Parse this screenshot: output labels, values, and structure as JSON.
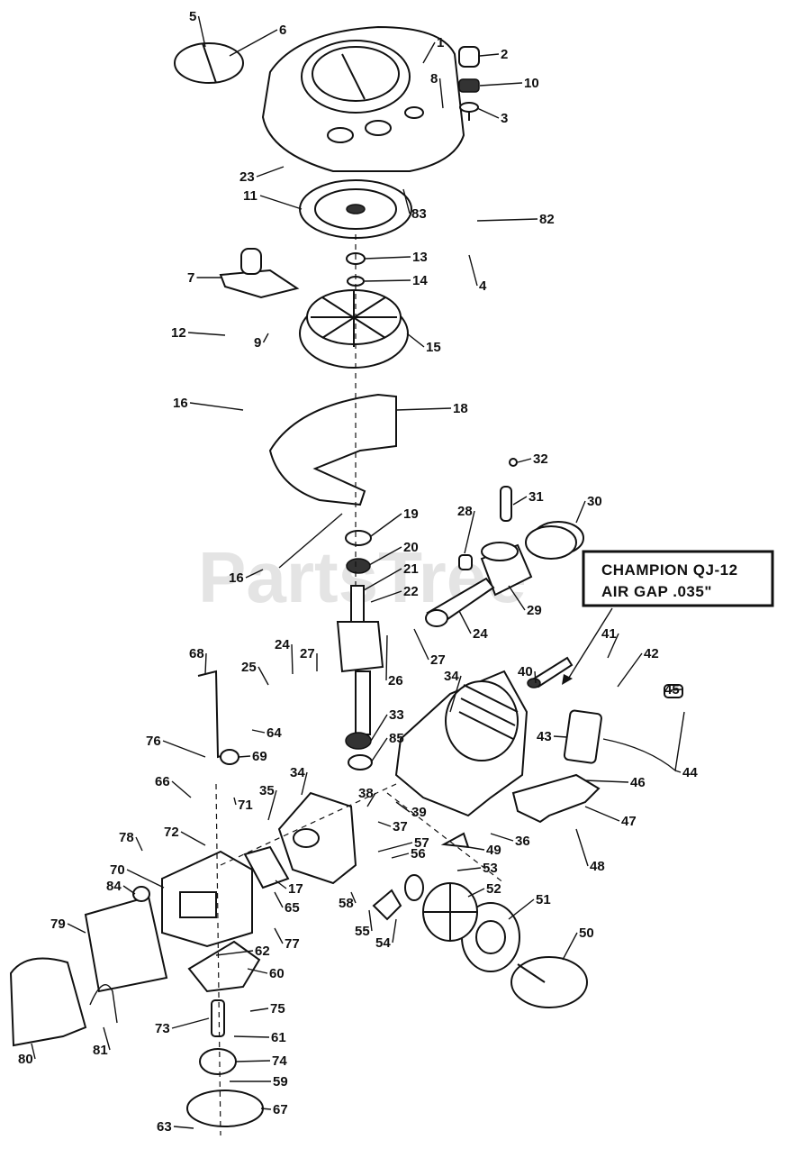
{
  "watermark": "PartsTree",
  "callout": {
    "line1": "CHAMPION QJ-12",
    "line2": "AIR GAP .035\""
  },
  "parts": [
    {
      "id": "1",
      "label": "1"
    },
    {
      "id": "2",
      "label": "2"
    },
    {
      "id": "3",
      "label": "3"
    },
    {
      "id": "4",
      "label": "4"
    },
    {
      "id": "5",
      "label": "5"
    },
    {
      "id": "6",
      "label": "6"
    },
    {
      "id": "7",
      "label": "7"
    },
    {
      "id": "8",
      "label": "8"
    },
    {
      "id": "9",
      "label": "9"
    },
    {
      "id": "10",
      "label": "10"
    },
    {
      "id": "11",
      "label": "11"
    },
    {
      "id": "12",
      "label": "12"
    },
    {
      "id": "13",
      "label": "13"
    },
    {
      "id": "14",
      "label": "14"
    },
    {
      "id": "15",
      "label": "15"
    },
    {
      "id": "16a",
      "label": "16"
    },
    {
      "id": "16b",
      "label": "16"
    },
    {
      "id": "17",
      "label": "17"
    },
    {
      "id": "18",
      "label": "18"
    },
    {
      "id": "19",
      "label": "19"
    },
    {
      "id": "20",
      "label": "20"
    },
    {
      "id": "21",
      "label": "21"
    },
    {
      "id": "22",
      "label": "22"
    },
    {
      "id": "23",
      "label": "23"
    },
    {
      "id": "24a",
      "label": "24"
    },
    {
      "id": "24b",
      "label": "24"
    },
    {
      "id": "25",
      "label": "25"
    },
    {
      "id": "26",
      "label": "26"
    },
    {
      "id": "27a",
      "label": "27"
    },
    {
      "id": "27b",
      "label": "27"
    },
    {
      "id": "28",
      "label": "28"
    },
    {
      "id": "29",
      "label": "29"
    },
    {
      "id": "30",
      "label": "30"
    },
    {
      "id": "31",
      "label": "31"
    },
    {
      "id": "32",
      "label": "32"
    },
    {
      "id": "33",
      "label": "33"
    },
    {
      "id": "34a",
      "label": "34"
    },
    {
      "id": "34b",
      "label": "34"
    },
    {
      "id": "35",
      "label": "35"
    },
    {
      "id": "36",
      "label": "36"
    },
    {
      "id": "37",
      "label": "37"
    },
    {
      "id": "38",
      "label": "38"
    },
    {
      "id": "39",
      "label": "39"
    },
    {
      "id": "40",
      "label": "40"
    },
    {
      "id": "41",
      "label": "41"
    },
    {
      "id": "42",
      "label": "42"
    },
    {
      "id": "43",
      "label": "43"
    },
    {
      "id": "44",
      "label": "44"
    },
    {
      "id": "45",
      "label": "45"
    },
    {
      "id": "46",
      "label": "46"
    },
    {
      "id": "47",
      "label": "47"
    },
    {
      "id": "48",
      "label": "48"
    },
    {
      "id": "49",
      "label": "49"
    },
    {
      "id": "50",
      "label": "50"
    },
    {
      "id": "51",
      "label": "51"
    },
    {
      "id": "52",
      "label": "52"
    },
    {
      "id": "53",
      "label": "53"
    },
    {
      "id": "54",
      "label": "54"
    },
    {
      "id": "55",
      "label": "55"
    },
    {
      "id": "56",
      "label": "56"
    },
    {
      "id": "57",
      "label": "57"
    },
    {
      "id": "58",
      "label": "58"
    },
    {
      "id": "59",
      "label": "59"
    },
    {
      "id": "60",
      "label": "60"
    },
    {
      "id": "61",
      "label": "61"
    },
    {
      "id": "62",
      "label": "62"
    },
    {
      "id": "63",
      "label": "63"
    },
    {
      "id": "64",
      "label": "64"
    },
    {
      "id": "65",
      "label": "65"
    },
    {
      "id": "66",
      "label": "66"
    },
    {
      "id": "67",
      "label": "67"
    },
    {
      "id": "68",
      "label": "68"
    },
    {
      "id": "69",
      "label": "69"
    },
    {
      "id": "70",
      "label": "70"
    },
    {
      "id": "71",
      "label": "71"
    },
    {
      "id": "72",
      "label": "72"
    },
    {
      "id": "73",
      "label": "73"
    },
    {
      "id": "74",
      "label": "74"
    },
    {
      "id": "75",
      "label": "75"
    },
    {
      "id": "76",
      "label": "76"
    },
    {
      "id": "77",
      "label": "77"
    },
    {
      "id": "78",
      "label": "78"
    },
    {
      "id": "79",
      "label": "79"
    },
    {
      "id": "80",
      "label": "80"
    },
    {
      "id": "81",
      "label": "81"
    },
    {
      "id": "82",
      "label": "82"
    },
    {
      "id": "83",
      "label": "83"
    },
    {
      "id": "84",
      "label": "84"
    },
    {
      "id": "85",
      "label": "85"
    }
  ]
}
